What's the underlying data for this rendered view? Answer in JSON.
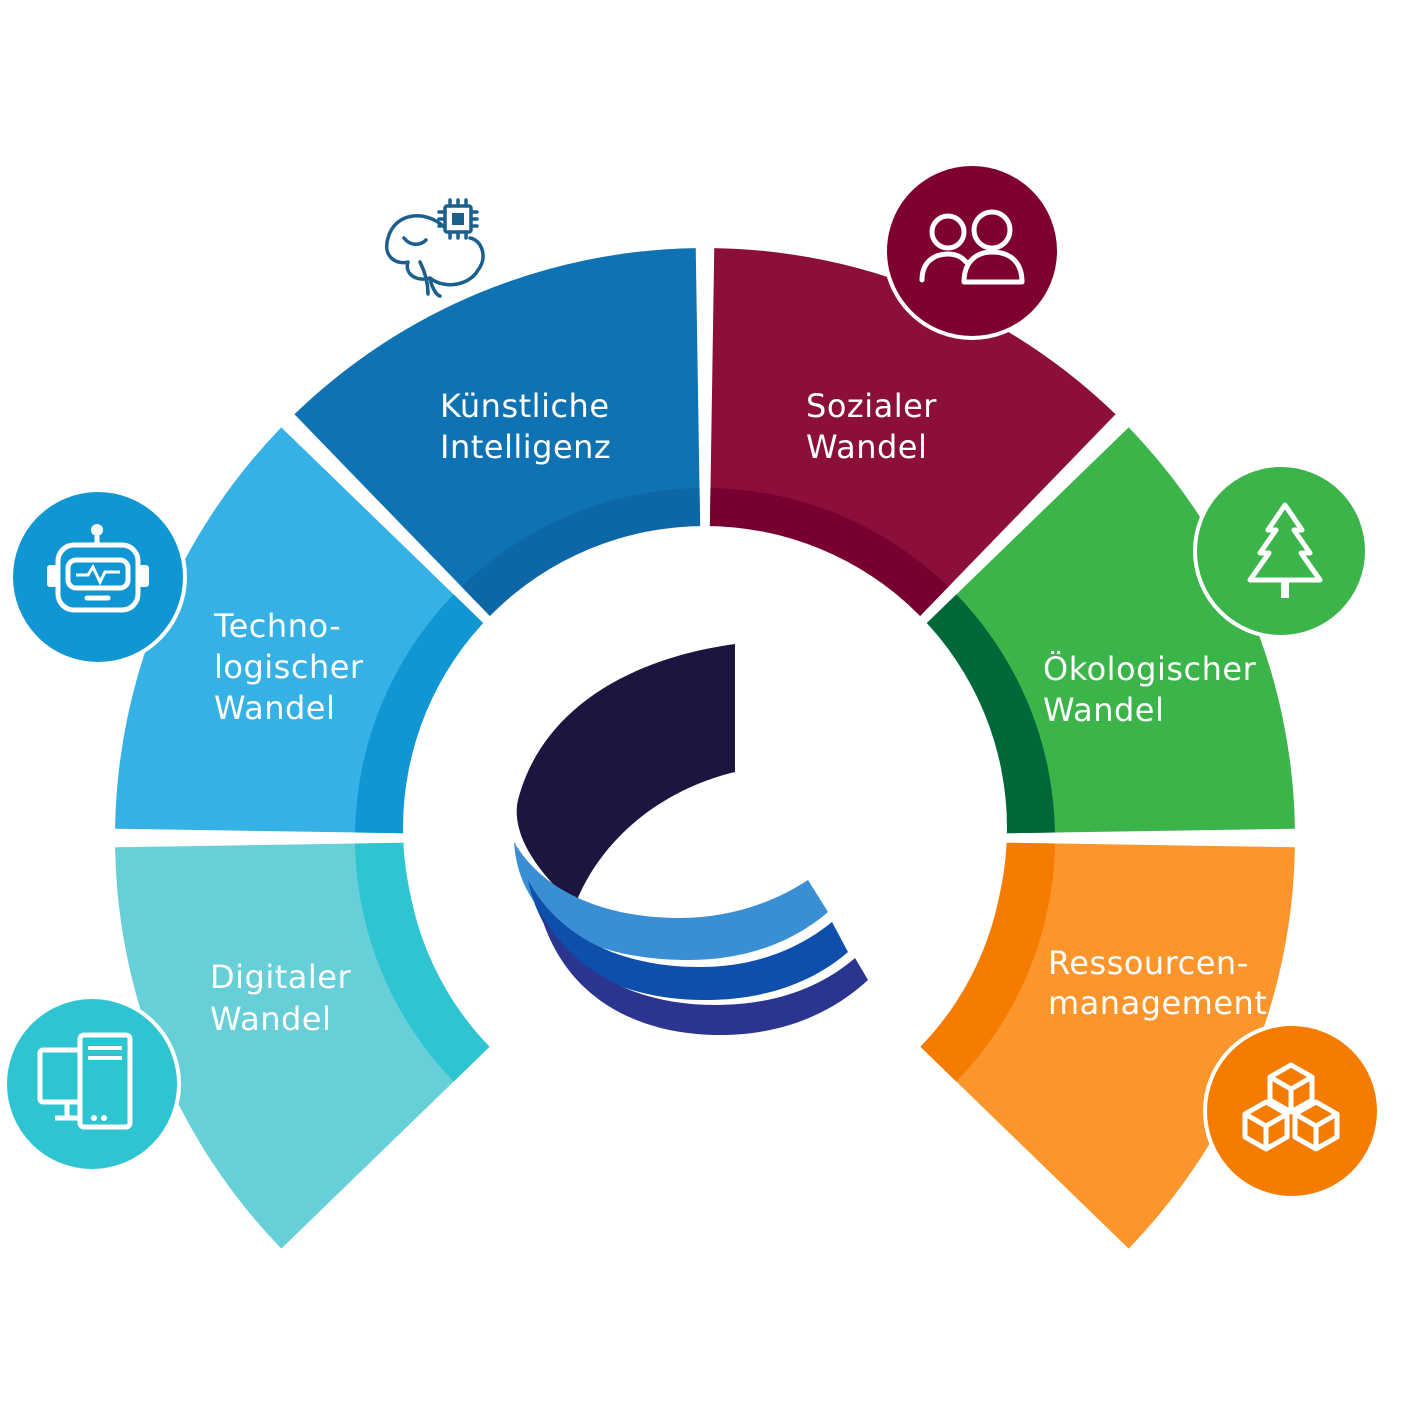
{
  "segments": [
    {
      "id": "digital",
      "lines": [
        "Digitaler",
        "Wandel"
      ],
      "color": "#66cfd8",
      "inner_color": "#2ec4d2",
      "icon": "devices-icon"
    },
    {
      "id": "technology",
      "lines": [
        "Techno-",
        "logischer",
        "Wandel"
      ],
      "color": "#36b1e5",
      "inner_color": "#0f96d3",
      "icon": "robot-icon"
    },
    {
      "id": "ai",
      "lines": [
        "Künstliche",
        "Intelligenz"
      ],
      "color": "#0f73b3",
      "inner_color": "#0d66a6",
      "icon": "brain-chip-icon"
    },
    {
      "id": "social",
      "lines": [
        "Sozialer",
        "Wandel"
      ],
      "color": "#8c0e3b",
      "inner_color": "#780031",
      "icon": "people-icon"
    },
    {
      "id": "ecological",
      "lines": [
        "Ökologischer",
        "Wandel"
      ],
      "color": "#3bb44a",
      "inner_color": "#006838",
      "icon": "tree-icon"
    },
    {
      "id": "resources",
      "lines": [
        "Ressourcen-",
        "management"
      ],
      "color": "#fb952c",
      "inner_color": "#f57c00",
      "icon": "cubes-icon"
    }
  ],
  "icon_badges": {
    "technology": "#1196d4",
    "social": "#7d0030",
    "ecological": "#3bb44a",
    "digital": "#2ec4d2",
    "resources": "#f57c00"
  },
  "center_logo": {
    "colors": [
      "#1c1540",
      "#3a8fd4",
      "#0d4faa",
      "#2b3590"
    ]
  }
}
